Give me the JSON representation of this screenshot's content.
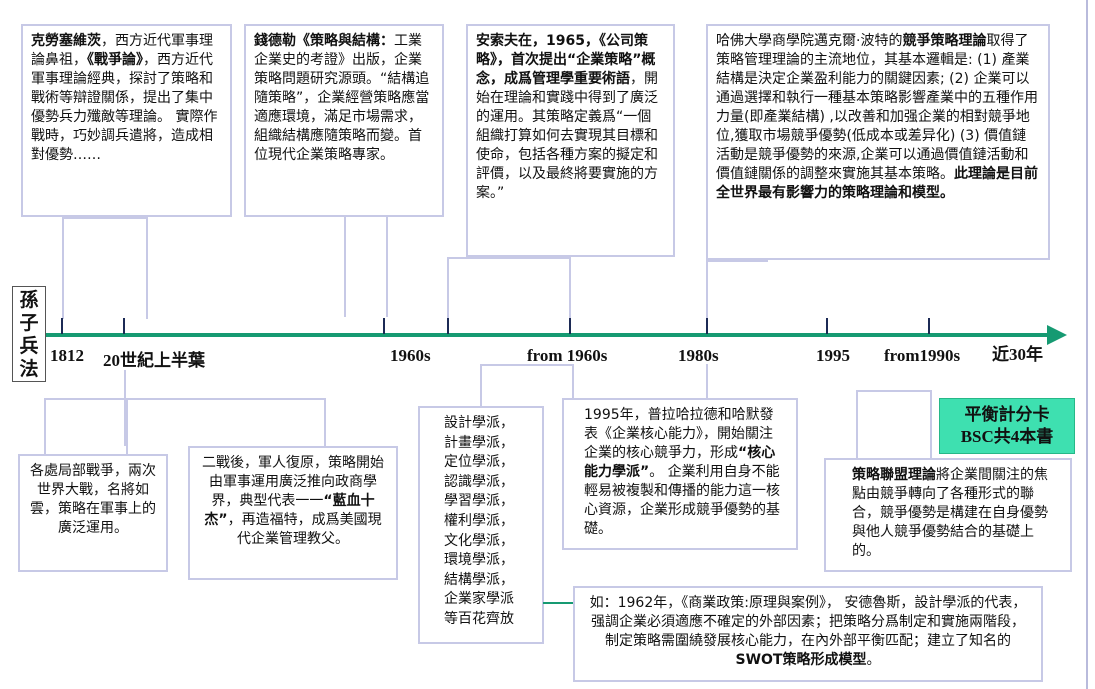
{
  "sunzi": {
    "label": "孫子兵法"
  },
  "timeline": {
    "ticks": {
      "t1812": "1812",
      "t20c": "20世紀上半葉",
      "t1960s": "1960s",
      "tfrom1960s": "from 1960s",
      "t1980s": "1980s",
      "t1995": "1995",
      "tfrom1990s": "from1990s",
      "trecent30": "近30年"
    },
    "color": "#169a72"
  },
  "boxes": {
    "clausewitz": {
      "p1": "克勞塞維茨",
      "p2": "，西方近代軍事理論鼻祖，",
      "p3": "《戰爭論》",
      "p4": "，西方近代軍事理論經典，探討了策略和戰術等辯證關係，提出了集中優勢兵力殲敵等理論。 實際作戰時，巧妙調兵遣將，造成相對優勢……"
    },
    "chandler": {
      "p1": "錢德勒《策略與結構：",
      "p2": "工業企業史的考證》出版，企業策略問題研究源頭。“結構追隨策略”，企業經營策略應當適應環境，滿足市場需求，組織結構應隨策略而變。首位現代企業策略專家。"
    },
    "ansoff": {
      "p1": "安索夫在，1965，《公司策略》，首次提出“企業策略”概念，成爲管理學重要術語",
      "p2": "，開始在理論和實踐中得到了廣泛的運用。其策略定義爲“一個組織打算如何去實現其目標和使命，包括各種方案的擬定和評價，以及最終將要實施的方案。”"
    },
    "porter": {
      "p1": "哈佛大學商學院邁克爾·波特的",
      "p2": "競爭策略理論",
      "p3": "取得了策略管理理論的主流地位，其基本邏輯是: (1) 產業結構是決定企業盈利能力的關鍵因素; (2) 企業可以通過選擇和執行一種基本策略影響產業中的五種作用力量(即產業結構) ,以改善和加强企業的相對競爭地位,獲取市場競爭優勢(低成本或差异化) (3) 價值鏈活動是競爭優勢的來源,企業可以通過價值鏈活動和價值鏈關係的調整來實施其基本策略。",
      "p4": "此理論是目前全世界最有影響力的策略理論和模型。"
    },
    "wars": {
      "text": "各處局部戰爭，兩次世界大戰，名將如雲，策略在軍事上的廣泛運用。"
    },
    "postwar": {
      "p1": "二戰後，軍人復原，策略開始由軍事運用廣泛推向政商學界，典型代表一一",
      "p2": "“藍血十杰”",
      "p3": "，再造福特，成爲美國現代企業管理教父。"
    },
    "schools": {
      "items": [
        "設計學派，",
        "計畫學派，",
        "定位學派，",
        "認識學派，",
        "學習學派，",
        "權利學派，",
        "文化學派，",
        "環境學派，",
        "結構學派，",
        "企業家學派",
        "等百花齊放"
      ]
    },
    "core": {
      "p1": "1995年，普拉哈拉德和哈默發表《企業核心能力》，開始關注企業的核心競爭力，形成",
      "p2": "“核心能力學派”",
      "p3": "。 企業利用自身不能輕易被複製和傳播的能力這一核心資源，企業形成競爭優勢的基礎。"
    },
    "alliance": {
      "p1": "策略聯盟理論",
      "p2": "將企業間關注的焦點由競爭轉向了各種形式的聯合，競爭優勢是構建在自身優勢與他人競爭優勢結合的基礎上的。"
    },
    "swot": {
      "p1": "如：1962年，《商業政策:原理與案例》， 安德魯斯，設計學派的代表，强調企業必須適應不確定的外部因素；把策略分爲制定和實施兩階段，制定策略需圍繞發展核心能力，在內外部平衡匹配；建立了知名的",
      "p2": "SWOT策略形成模型",
      "p3": "。"
    }
  },
  "bsc": {
    "line1": "平衡計分卡",
    "line2": "BSC共4本書",
    "color": "#3ee0b0"
  }
}
